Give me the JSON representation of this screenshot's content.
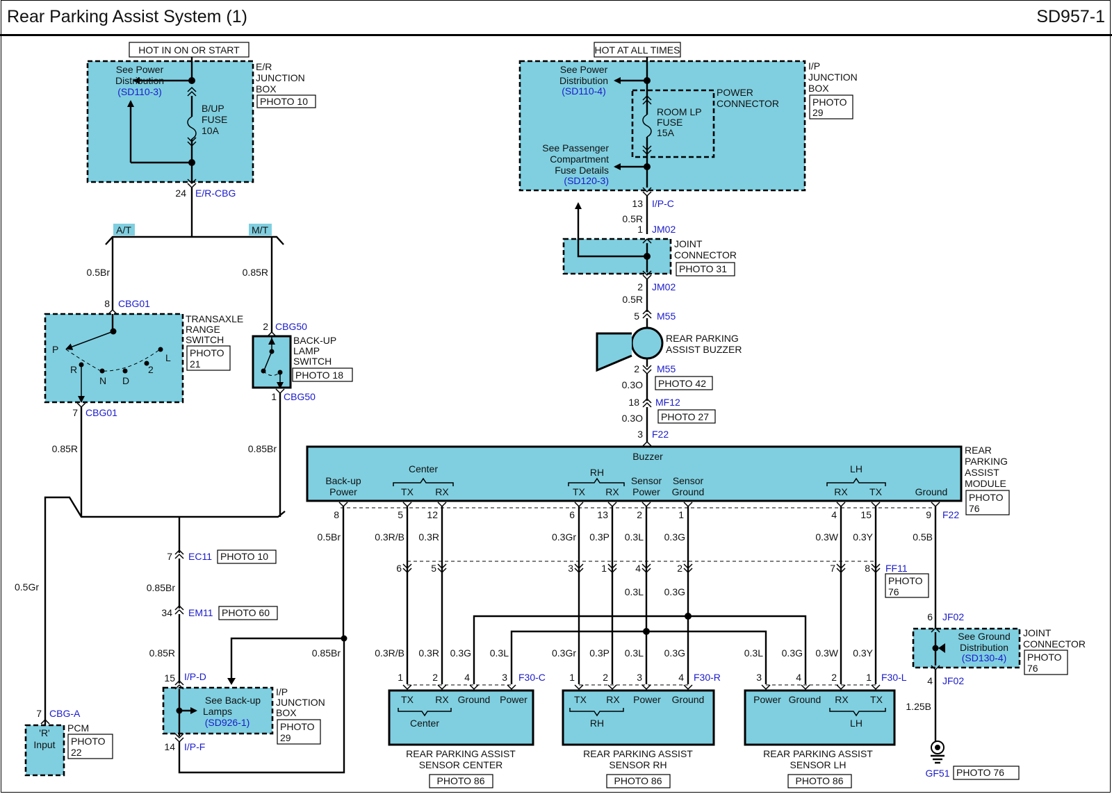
{
  "header": {
    "title": "Rear Parking Assist System (1)",
    "code": "SD957-1"
  },
  "power": {
    "left_label": "HOT IN ON OR START",
    "right_label": "HOT AT ALL TIMES"
  },
  "er_box": {
    "name_lines": [
      "E/R",
      "JUNCTION",
      "BOX"
    ],
    "photo": "PHOTO 10",
    "see_lines": [
      "See Power",
      "Distribution"
    ],
    "see_ref": "(SD110-3)",
    "fuse_lines": [
      "B/UP",
      "FUSE",
      "10A"
    ]
  },
  "ip_box": {
    "name_lines": [
      "I/P",
      "JUNCTION",
      "BOX"
    ],
    "photo_lines": [
      "PHOTO",
      "29"
    ],
    "see_lines": [
      "See Power",
      "Distribution"
    ],
    "see_ref": "(SD110-4)",
    "pc_lines": [
      "POWER",
      "CONNECTOR"
    ],
    "fuse_lines": [
      "ROOM LP",
      "FUSE",
      "15A"
    ],
    "pass_lines": [
      "See Passenger",
      "Compartment",
      "Fuse Details"
    ],
    "pass_ref": "(SD120-3)"
  },
  "joint_jm02": {
    "name_lines": [
      "JOINT",
      "CONNECTOR"
    ],
    "photo": "PHOTO 31"
  },
  "buzzer": {
    "name_lines": [
      "REAR PARKING",
      "ASSIST BUZZER"
    ],
    "photo_a": "PHOTO 42",
    "photo_b": "PHOTO 27"
  },
  "trs": {
    "name_lines": [
      "TRANSAXLE",
      "RANGE",
      "SWITCH"
    ],
    "photo_lines": [
      "PHOTO",
      "21"
    ],
    "positions": [
      "P",
      "R",
      "N",
      "D",
      "2",
      "L"
    ]
  },
  "bls": {
    "name_lines": [
      "BACK-UP",
      "LAMP",
      "SWITCH"
    ],
    "photo": "PHOTO 18"
  },
  "pcm": {
    "label_lines": [
      "'R'",
      "Input"
    ],
    "name": "PCM",
    "photo_lines": [
      "PHOTO",
      "22"
    ]
  },
  "ip_bottom": {
    "see_lines": [
      "See Back-up",
      "Lamps"
    ],
    "see_ref": "(SD926-1)",
    "name_lines": [
      "I/P",
      "JUNCTION",
      "BOX"
    ],
    "photo_lines": [
      "PHOTO",
      "29"
    ]
  },
  "jf02": {
    "see_lines": [
      "See Ground",
      "Distribution"
    ],
    "see_ref": "(SD130-4)",
    "name_lines": [
      "JOINT",
      "CONNECTOR"
    ],
    "photo_lines": [
      "PHOTO",
      "76"
    ]
  },
  "module": {
    "top_label": "Buzzer",
    "name_lines": [
      "REAR",
      "PARKING",
      "ASSIST",
      "MODULE"
    ],
    "photo_lines": [
      "PHOTO",
      "76"
    ],
    "pin_labels": {
      "backup": [
        "Back-up",
        "Power"
      ],
      "center": "Center",
      "rh": "RH",
      "lh": "LH",
      "tx": "TX",
      "rx": "RX",
      "sensor_power": [
        "Sensor",
        "Power"
      ],
      "sensor_ground": [
        "Sensor",
        "Ground"
      ],
      "ground": "Ground"
    }
  },
  "ff11": {
    "photo_lines": [
      "PHOTO",
      "76"
    ]
  },
  "sensors": {
    "center": {
      "pins": [
        "TX",
        "RX",
        "Ground",
        "Power"
      ],
      "group": "Center",
      "name_lines": [
        "REAR PARKING ASSIST",
        "SENSOR CENTER"
      ],
      "photo": "PHOTO 86"
    },
    "rh": {
      "pins": [
        "TX",
        "RX",
        "Power",
        "Ground"
      ],
      "group": "RH",
      "name_lines": [
        "REAR PARKING ASSIST",
        "SENSOR RH"
      ],
      "photo": "PHOTO 86"
    },
    "lh": {
      "pins": [
        "Power",
        "Ground",
        "RX",
        "TX"
      ],
      "group": "LH",
      "name_lines": [
        "REAR PARKING ASSIST",
        "SENSOR LH"
      ],
      "photo": "PHOTO 86"
    }
  },
  "ground": {
    "name": "GF51",
    "photo": "PHOTO 76"
  },
  "branch_labels": {
    "at": "A/T",
    "mt": "M/T"
  },
  "photo_connectors": {
    "ec11": "PHOTO 10",
    "em11": "PHOTO 60"
  },
  "connectors": {
    "er_cbg": "E/R-CBG",
    "ip_c": "I/P-C",
    "jm02": "JM02",
    "m55": "M55",
    "mf12": "MF12",
    "f22": "F22",
    "cbg01": "CBG01",
    "cbg50": "CBG50",
    "ec11": "EC11",
    "em11": "EM11",
    "ip_d": "I/P-D",
    "ip_f": "I/P-F",
    "cbg_a": "CBG-A",
    "ff11": "FF11",
    "jf02": "JF02",
    "f30c": "F30-C",
    "f30r": "F30-R",
    "f30l": "F30-L"
  },
  "pins": {
    "p24": "24",
    "p13": "13",
    "p1": "1",
    "p2": "2",
    "p5": "5",
    "p18": "18",
    "p3": "3",
    "p8": "8",
    "p7": "7",
    "p34": "34",
    "p15": "15",
    "p14": "14",
    "p6": "6",
    "p4": "4",
    "m8": "8",
    "m5": "5",
    "m12": "12",
    "m6": "6",
    "m13": "13",
    "m2": "2",
    "m1": "1",
    "m4": "4",
    "m15": "15",
    "m9": "9",
    "f6": "6",
    "f5": "5",
    "f3": "3",
    "f1": "1",
    "f4": "4",
    "f2": "2",
    "f7": "7",
    "f8": "8"
  },
  "wires": {
    "w05r": "0.5R",
    "w05br": "0.5Br",
    "w085r": "0.85R",
    "w085br": "0.85Br",
    "w05gr": "0.5Gr",
    "w03o": "0.3O",
    "w03rb": "0.3R/B",
    "w03r": "0.3R",
    "w03gr": "0.3Gr",
    "w03p": "0.3P",
    "w03l": "0.3L",
    "w03g": "0.3G",
    "w03w": "0.3W",
    "w03y": "0.3Y",
    "w05b": "0.5B",
    "w125b": "1.25B"
  }
}
